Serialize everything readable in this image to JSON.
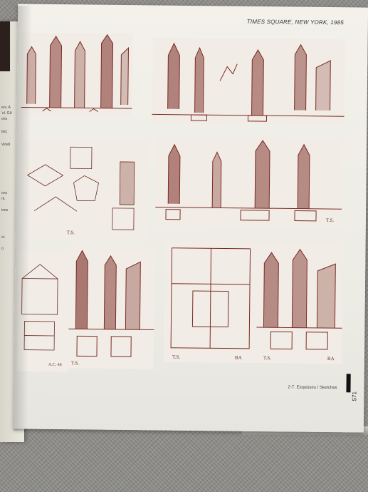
{
  "header": {
    "title": "TIMES SQUARE, NEW YORK, 1985"
  },
  "caption": {
    "text": "2-7. Esquisses / Sketches"
  },
  "page_number": "571",
  "sketch_labels": {
    "ts": "T.S.",
    "ba": "BA",
    "ac": "A.C.\n46"
  },
  "left_page_fragments": [
    "ers. A",
    "'ol. GA",
    "ons",
    "ted,",
    "Vinell",
    "ons",
    "rk,",
    "ions",
    "ol.",
    "o"
  ],
  "colors": {
    "ink": "#7a2a22",
    "paper": "#f2f0e9"
  }
}
